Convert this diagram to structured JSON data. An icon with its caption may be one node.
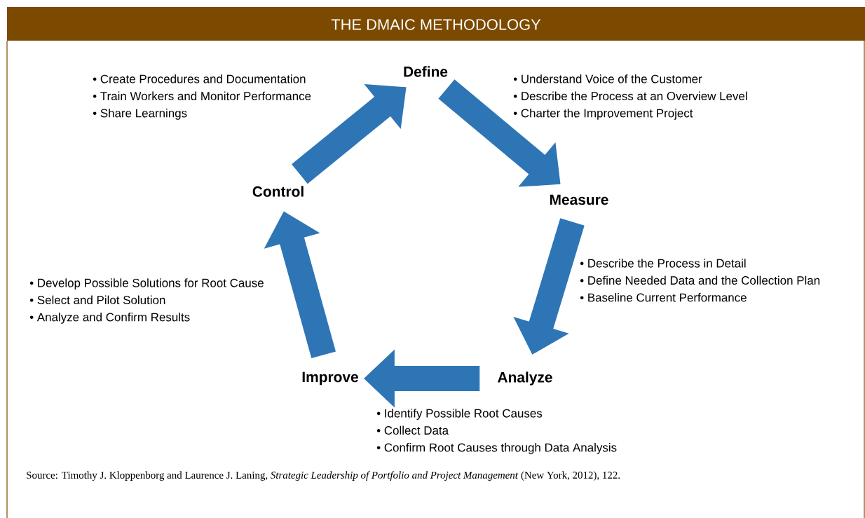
{
  "diagram": {
    "title": "THE DMAIC METHODOLOGY",
    "nodes": [
      {
        "text": [
          "Define"
        ],
        "beside": [
          "• Understand Voice of the Customer",
          "• Describe the Process at an Overview Level",
          "• Charter the Improvement Project"
        ]
      },
      {
        "text": [
          "Measure"
        ],
        "beside": [
          "• Describe the Process in Detail",
          "• Define Needed Data and the Collection Plan",
          "• Baseline Current Performance"
        ]
      },
      {
        "text": [
          "Analyze"
        ],
        "beside": [
          "• Identify Possible Root Causes",
          "• Collect Data",
          "• Confirm Root Causes through Data Analysis"
        ]
      },
      {
        "text": [
          "Improve"
        ],
        "beside": [
          "• Develop Possible Solutions for Root Cause",
          "• Select and Pilot Solution",
          "• Analyze and Confirm Results"
        ]
      },
      {
        "text": [
          "Control"
        ],
        "beside": [
          "• Create Procedures and Documentation",
          "• Train Workers and Monitor Performance",
          "• Share Learnings"
        ]
      }
    ],
    "edges": [
      {
        "from": 0,
        "to": 1,
        "arrow": "to"
      },
      {
        "from": 1,
        "to": 2,
        "arrow": "to"
      },
      {
        "from": 2,
        "to": 3,
        "arrow": "to"
      },
      {
        "from": 3,
        "to": 4,
        "arrow": "to"
      },
      {
        "from": 4,
        "to": 0,
        "arrow": "to"
      }
    ],
    "caption": "Source: Timothy J. Kloppenborg and Laurence J. Laning, *Strategic Leadership of Portfolio and Project Management* (New York, 2012), 122."
  }
}
